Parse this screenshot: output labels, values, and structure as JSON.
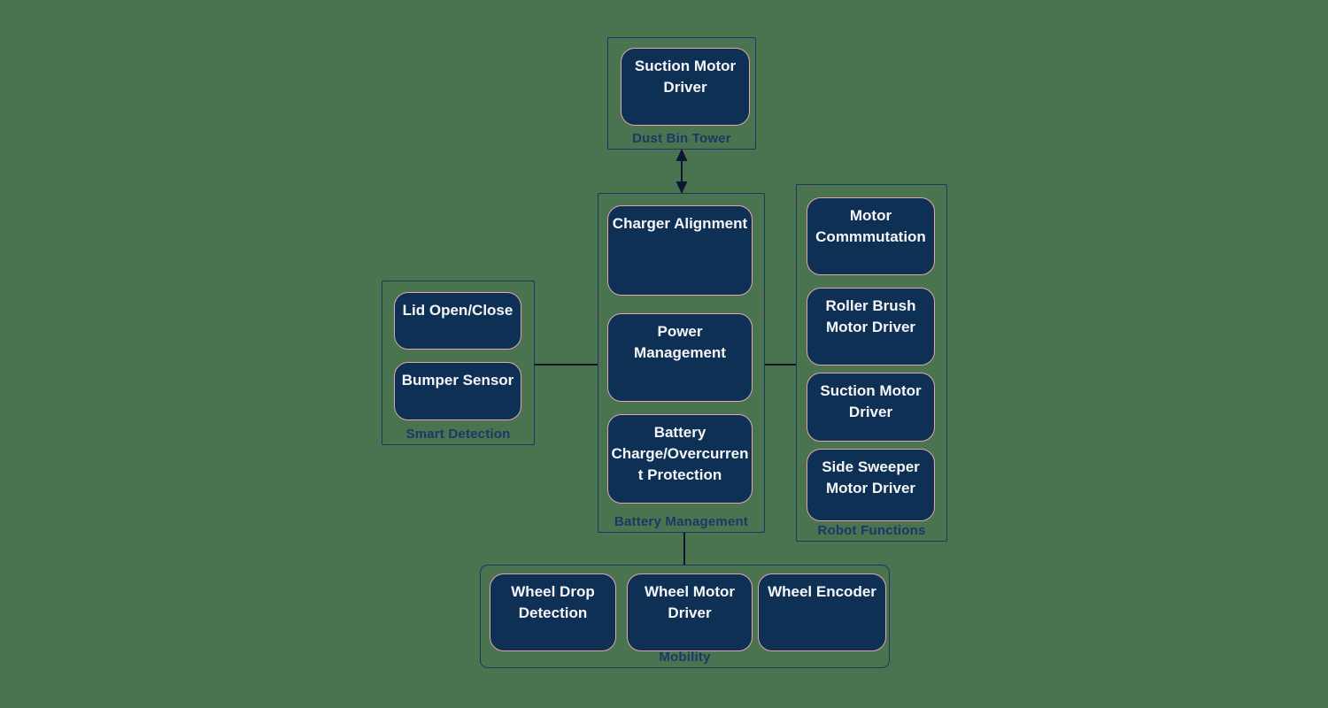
{
  "diagram": {
    "background_color": "#4A734F",
    "node_fill_color": "#0E3055",
    "node_border_color": "#E6A5AC",
    "node_text_color": "#F5F6F8",
    "group_border_color": "#1F3464",
    "group_label_color": "#1C3768",
    "connector_color": "#0E1630",
    "groups": [
      {
        "id": "dust-bin-tower",
        "label": "Dust Bin Tower",
        "nodes": [
          "Suction Motor Driver"
        ]
      },
      {
        "id": "battery-management",
        "label": "Battery Management",
        "nodes": [
          "Charger Alignment",
          "Power Management",
          "Battery Charge/Overcurrent Protection"
        ]
      },
      {
        "id": "smart-detection",
        "label": "Smart Detection",
        "nodes": [
          "Lid Open/Close",
          "Bumper Sensor"
        ]
      },
      {
        "id": "robot-functions",
        "label": "Robot Functions",
        "nodes": [
          "Motor Commmutation",
          "Roller Brush Motor Driver",
          "Suction Motor Driver",
          "Side Sweeper Motor Driver"
        ]
      },
      {
        "id": "mobility",
        "label": "Mobility",
        "nodes": [
          "Wheel Drop Detection",
          "Wheel Motor Driver",
          "Wheel Encoder"
        ]
      }
    ],
    "edges": [
      {
        "from": "dust-bin-tower",
        "to": "battery-management",
        "style": "double-arrow"
      },
      {
        "from": "smart-detection",
        "to": "battery-management",
        "style": "line"
      },
      {
        "from": "battery-management",
        "to": "robot-functions",
        "style": "line"
      },
      {
        "from": "battery-management",
        "to": "mobility",
        "style": "line"
      }
    ]
  }
}
